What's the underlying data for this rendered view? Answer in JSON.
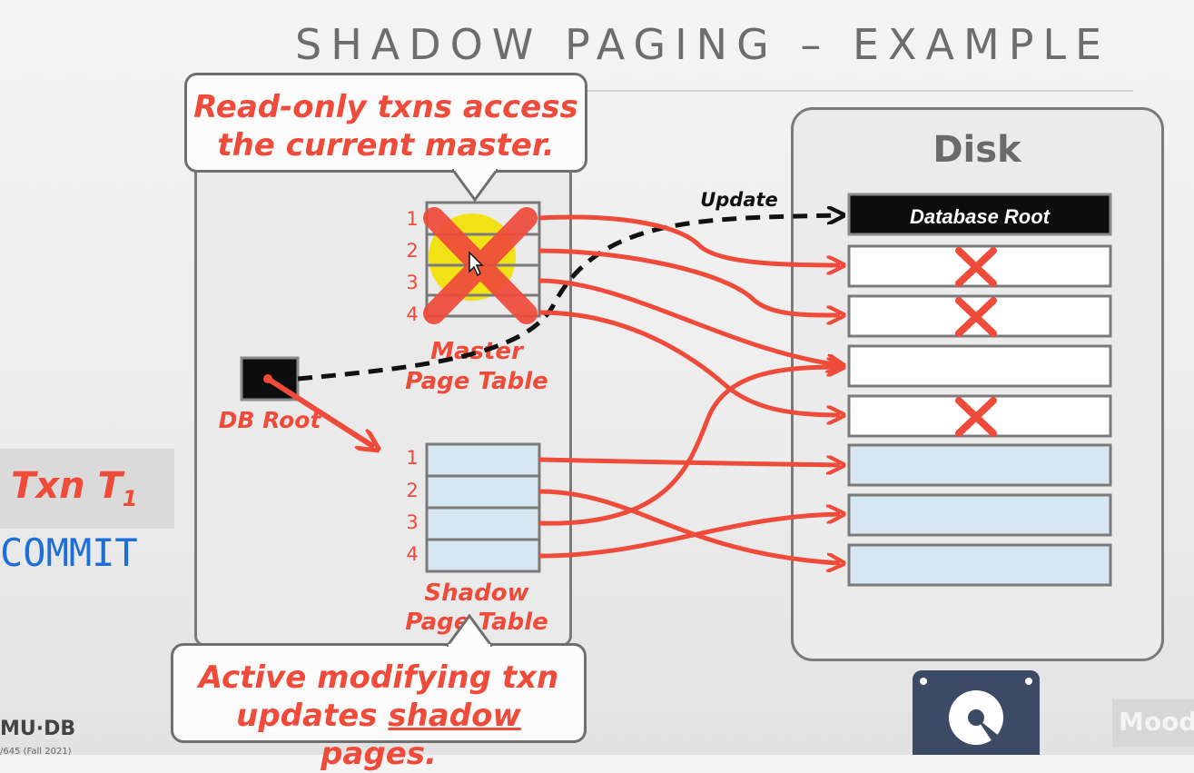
{
  "slide": {
    "title": "SHADOW PAGING – EXAMPLE",
    "disk_label": "Disk",
    "callout_top_line1": "Read-only txns access",
    "callout_top_line2": "the current master.",
    "callout_bottom_line1": "Active modifying txn",
    "callout_bottom_pre": "updates ",
    "callout_bottom_underlined": "shadow",
    "callout_bottom_post": " pages.",
    "txn_label": "Txn T",
    "txn_subscript": "1",
    "commit_label": "COMMIT",
    "footer_logo": "MU·DB",
    "footer_sub": "/645 (Fall 2021)",
    "watermark": "Mood"
  },
  "diagram": {
    "db_root_label": "DB Root",
    "master_table_label_1": "Master",
    "master_table_label_2": "Page Table",
    "shadow_table_label_1": "Shadow",
    "shadow_table_label_2": "Page Table",
    "update_label": "Update",
    "database_root_label": "Database Root",
    "row_numbers": [
      "1",
      "2",
      "3",
      "4"
    ],
    "colors": {
      "red": "#ef4b3a",
      "shadow_fill": "#d7e7f2",
      "highlight": "#f2e000",
      "box_border": "#7a7a7a"
    },
    "icons": [
      "hard-disk-icon",
      "cursor-icon",
      "cross-mark-icon"
    ]
  }
}
